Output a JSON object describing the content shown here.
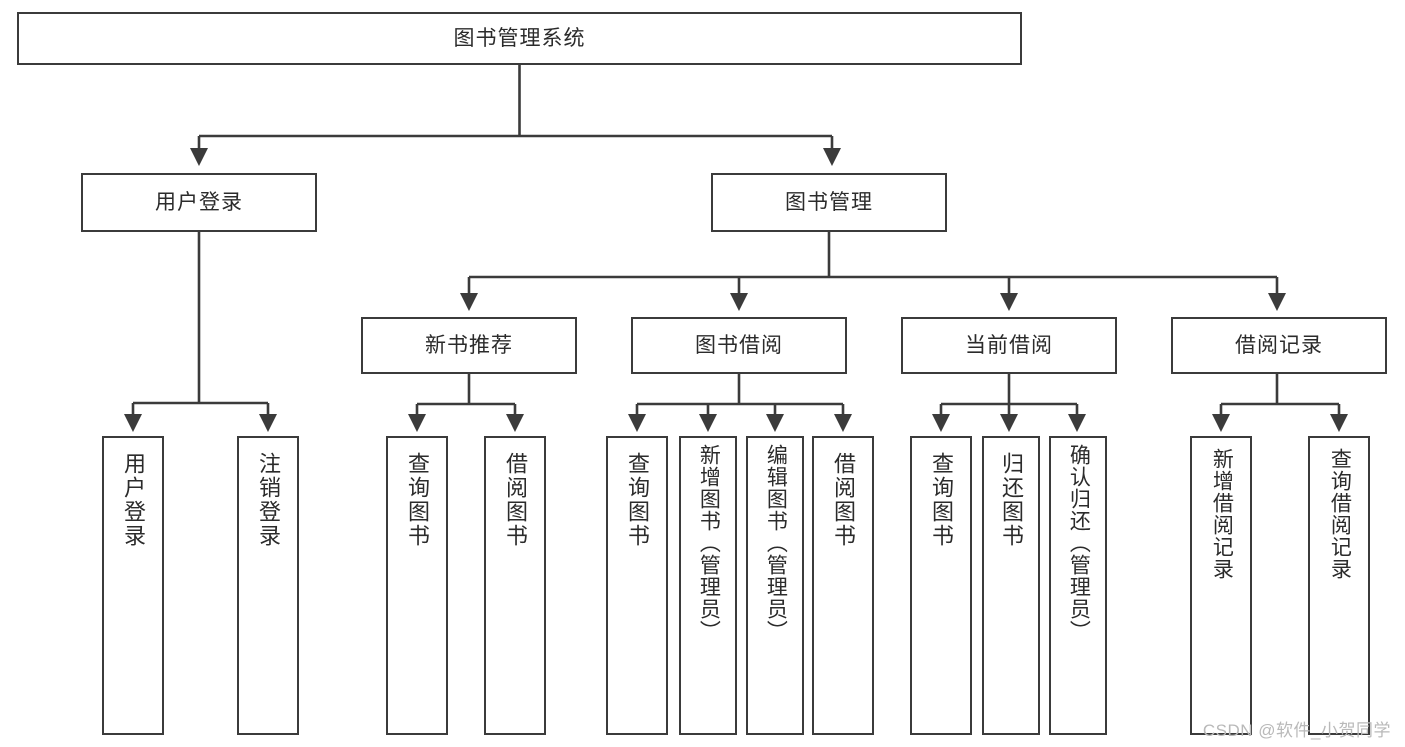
{
  "diagram": {
    "title": "图书管理系统",
    "type": "tree",
    "orientation": "top-down",
    "style": {
      "box_border_color": "#3b3b3b",
      "box_fill_color": "#ffffff",
      "connector_color": "#3b3b3b",
      "text_color": "#2b2b2b",
      "background": "#ffffff"
    },
    "levels": [
      {
        "level": 1,
        "nodes": [
          {
            "id": "root",
            "label": "图书管理系统",
            "orientation": "horizontal"
          }
        ]
      },
      {
        "level": 2,
        "nodes": [
          {
            "id": "user-login",
            "label": "用户登录",
            "orientation": "horizontal",
            "parent": "root"
          },
          {
            "id": "book-manage",
            "label": "图书管理",
            "orientation": "horizontal",
            "parent": "root"
          }
        ]
      },
      {
        "level": 3,
        "nodes": [
          {
            "id": "new-book-rec",
            "label": "新书推荐",
            "orientation": "horizontal",
            "parent": "book-manage"
          },
          {
            "id": "book-borrow",
            "label": "图书借阅",
            "orientation": "horizontal",
            "parent": "book-manage"
          },
          {
            "id": "current-borrow",
            "label": "当前借阅",
            "orientation": "horizontal",
            "parent": "book-manage"
          },
          {
            "id": "borrow-record",
            "label": "借阅记录",
            "orientation": "horizontal",
            "parent": "book-manage"
          }
        ]
      },
      {
        "level": 4,
        "nodes": [
          {
            "id": "leaf-user-login",
            "label": "用户登录",
            "orientation": "vertical",
            "parent": "user-login"
          },
          {
            "id": "leaf-logout",
            "label": "注销登录",
            "orientation": "vertical",
            "parent": "user-login"
          },
          {
            "id": "leaf-rec-query",
            "label": "查询图书",
            "orientation": "vertical",
            "parent": "new-book-rec"
          },
          {
            "id": "leaf-rec-borrow",
            "label": "借阅图书",
            "orientation": "vertical",
            "parent": "new-book-rec"
          },
          {
            "id": "leaf-borrow-query",
            "label": "查询图书",
            "orientation": "vertical",
            "parent": "book-borrow"
          },
          {
            "id": "leaf-add-book",
            "label": "新增图书（管理员）",
            "orientation": "vertical",
            "parent": "book-borrow"
          },
          {
            "id": "leaf-edit-book",
            "label": "编辑图书（管理员）",
            "orientation": "vertical",
            "parent": "book-borrow"
          },
          {
            "id": "leaf-borrow-book",
            "label": "借阅图书",
            "orientation": "vertical",
            "parent": "book-borrow"
          },
          {
            "id": "leaf-cur-query",
            "label": "查询图书",
            "orientation": "vertical",
            "parent": "current-borrow"
          },
          {
            "id": "leaf-return-book",
            "label": "归还图书",
            "orientation": "vertical",
            "parent": "current-borrow"
          },
          {
            "id": "leaf-confirm-return",
            "label": "确认归还（管理员）",
            "orientation": "vertical",
            "parent": "current-borrow"
          },
          {
            "id": "leaf-add-record",
            "label": "新增借阅记录",
            "orientation": "vertical",
            "parent": "borrow-record"
          },
          {
            "id": "leaf-query-record",
            "label": "查询借阅记录",
            "orientation": "vertical",
            "parent": "borrow-record"
          }
        ]
      }
    ]
  },
  "watermark": {
    "text": "CSDN @软件_小贺同学"
  }
}
